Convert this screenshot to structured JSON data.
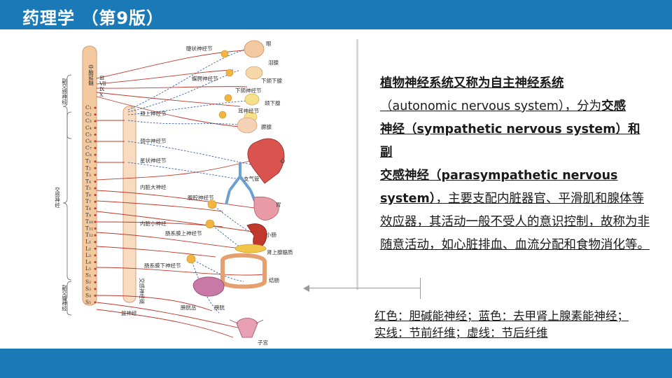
{
  "header": {
    "title": "药理学 （第9版）"
  },
  "description": {
    "line1": "植物神经系统又称为自主神经系统",
    "line2a": "（autonomic nervous system），分为",
    "line2b": "交感",
    "line3a": "神经",
    "line3b": "（sympathetic nervous system）和",
    "line3c": "副",
    "line4a": "交感神经",
    "line4b": "（parasympathetic nervous system）",
    "line5": "，主要支配内脏器官、平滑肌和腺体等效应器，其活动一般不受人的意识控制，故称为非随意活动，如心脏排血、血流分配和食物消化等。"
  },
  "legend": {
    "line1": "红色：胆碱能神经；蓝色：去甲肾上腺素能神经；",
    "line2": "实线：节前纤维；虚线：节后纤维"
  },
  "figure": {
    "left_labels": {
      "cranial": "中脑延髓",
      "cranial_nerves": [
        "Ⅲ",
        "Ⅶ",
        "Ⅸ",
        "Ⅹ"
      ],
      "upper_para": "副交感神经",
      "sympathetic": "交感神经",
      "lower_para": "副交感神经"
    },
    "segments": [
      "C₁",
      "C₂",
      "C₃",
      "C₄",
      "C₅",
      "C₆",
      "C₇",
      "C₈",
      "T₁",
      "T₂",
      "T₃",
      "T₄",
      "T₅",
      "T₆",
      "T₇",
      "T₈",
      "T₉",
      "T₁₀",
      "T₁₁",
      "T₁₂",
      "L₁",
      "L₂",
      "L₃",
      "L₄",
      "L₅",
      "S₁",
      "S₂",
      "S₃",
      "S₄",
      "S₅"
    ],
    "ganglia": {
      "ciliary": "睫状神经节",
      "pterygopalatine": "蝶腭神经节",
      "submandibular": "下颌神经节",
      "otic": "耳神经节",
      "superior_cervical": "颈上神经节",
      "middle_cervical": "颈中神经节",
      "stellate": "星状神经节",
      "greater_splanchnic": "内脏大神经",
      "celiac": "腹腔神经节",
      "lesser_splanchnic": "内脏小神经",
      "superior_mesenteric": "肠系膜上神经节",
      "inferior_mesenteric": "肠系膜下神经节",
      "sympathetic_chain": "交感神经链",
      "pelvic": "盆神经",
      "vesical_plexus": "膀胱丛"
    },
    "organs": {
      "eye": "眼",
      "lacrimal": "泪腺",
      "submandibular_gland": "下颌下腺",
      "sublingual": "颌下腺",
      "parotid": "腮腺",
      "heart": "心",
      "trachea": "支气管",
      "stomach": "胃",
      "small_intestine": "小肠",
      "adrenal": "肾上腺髓质",
      "colon": "结肠",
      "bladder": "膀胱",
      "uterus": "子宫"
    },
    "colors": {
      "red": "#c0392b",
      "blue": "#1f4fa0",
      "spine": "#f3c9a0"
    }
  }
}
